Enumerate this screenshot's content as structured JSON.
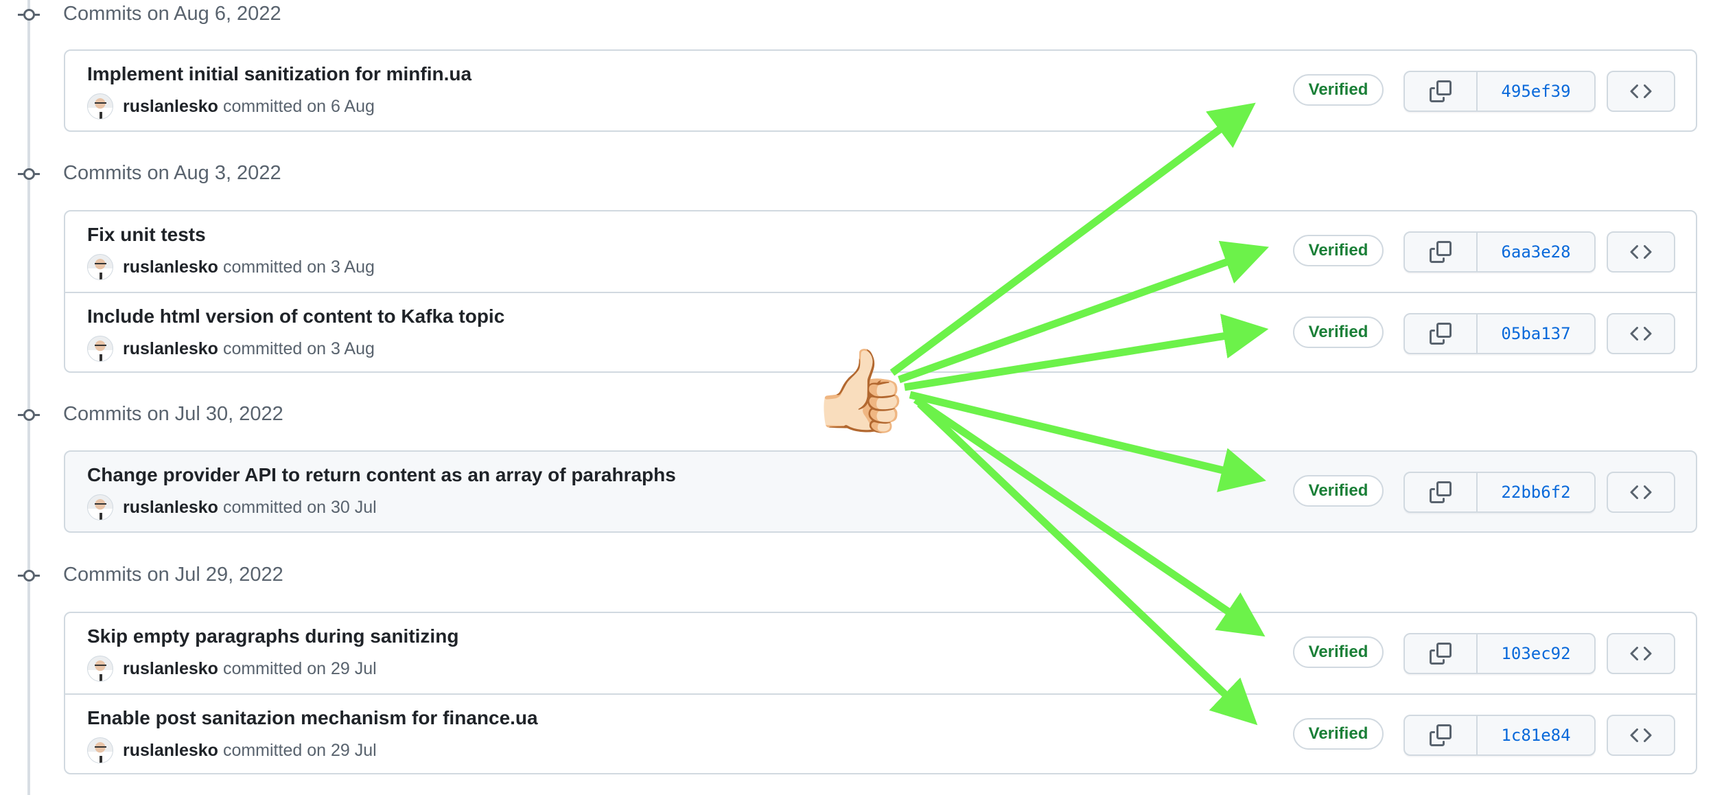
{
  "groups": [
    {
      "header": "Commits on Aug 6, 2022",
      "commits": [
        {
          "title": "Implement initial sanitization for minfin.ua",
          "author": "ruslanlesko",
          "committed": "committed on 6 Aug",
          "badge": "Verified",
          "sha": "495ef39"
        }
      ]
    },
    {
      "header": "Commits on Aug 3, 2022",
      "commits": [
        {
          "title": "Fix unit tests",
          "author": "ruslanlesko",
          "committed": "committed on 3 Aug",
          "badge": "Verified",
          "sha": "6aa3e28"
        },
        {
          "title": "Include html version of content to Kafka topic",
          "author": "ruslanlesko",
          "committed": "committed on 3 Aug",
          "badge": "Verified",
          "sha": "05ba137"
        }
      ]
    },
    {
      "header": "Commits on Jul 30, 2022",
      "commits": [
        {
          "title": "Change provider API to return content as an array of parahraphs",
          "author": "ruslanlesko",
          "committed": "committed on 30 Jul",
          "badge": "Verified",
          "sha": "22bb6f2"
        }
      ]
    },
    {
      "header": "Commits on Jul 29, 2022",
      "commits": [
        {
          "title": "Skip empty paragraphs during sanitizing",
          "author": "ruslanlesko",
          "committed": "committed on 29 Jul",
          "badge": "Verified",
          "sha": "103ec92"
        },
        {
          "title": "Enable post sanitazion mechanism for finance.ua",
          "author": "ruslanlesko",
          "committed": "committed on 29 Jul",
          "badge": "Verified",
          "sha": "1c81e84"
        }
      ]
    }
  ],
  "icons": {
    "copy": "copy-icon",
    "code": "code-brackets-icon",
    "commit_node": "git-commit-icon",
    "annotation": "thumbs-up-emoji"
  },
  "annotation": {
    "emoji": "👍🏻",
    "arrow_color": "#6cf24a"
  },
  "colors": {
    "verified": "#1a7f37",
    "sha_link": "#0969da",
    "border": "#d1d9e0",
    "muted_text": "#59636e"
  }
}
